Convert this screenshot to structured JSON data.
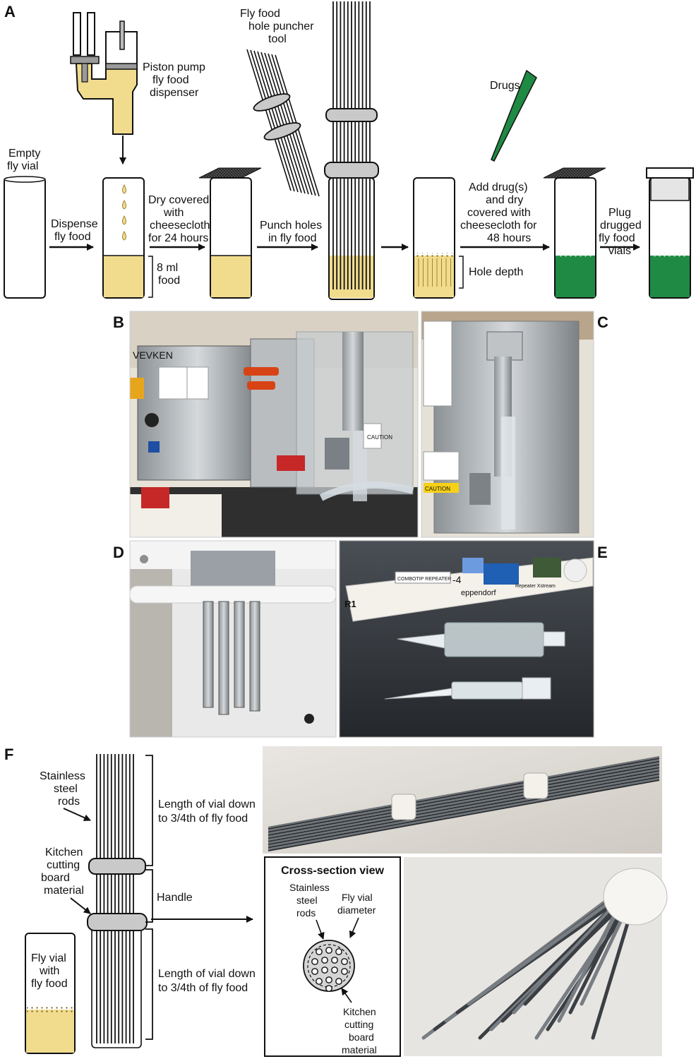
{
  "panels": {
    "a": "A",
    "b": "B",
    "c": "C",
    "d": "D",
    "e": "E",
    "f": "F"
  },
  "colors": {
    "food": "#f1dc8e",
    "food_dark": "#d8b54a",
    "drug": "#1f8a43",
    "drug_light": "#4cb86a",
    "metal": "#c9c9c9",
    "cloth": "#3a3a3a"
  },
  "panel_a": {
    "pump_label": [
      "Piston pump",
      "fly food",
      "dispenser"
    ],
    "puncher_label": [
      "Fly food",
      "hole puncher",
      "tool"
    ],
    "drugs_label": "Drugs",
    "empty_vial_label": [
      "Empty",
      "fly vial"
    ],
    "dispense_label": [
      "Dispense",
      "fly food"
    ],
    "food_volume_label": [
      "8 ml",
      "food"
    ],
    "dry_label": [
      "Dry covered",
      "with",
      "cheesecloth",
      "for 24 hours"
    ],
    "punch_label": [
      "Punch holes",
      "in fly food"
    ],
    "hole_depth_label": "Hole depth",
    "add_drug_label": [
      "Add drug(s)",
      "and dry",
      "covered with",
      "cheesecloth for",
      "48 hours"
    ],
    "plug_label": [
      "Plug",
      "drugged",
      "fly food",
      "vials"
    ]
  },
  "photos": {
    "b": {
      "label": "B",
      "content": [
        "VEVKEN",
        "CAUTION"
      ]
    },
    "c": {
      "label": "C",
      "content": [
        "CAUTION"
      ]
    },
    "d": {
      "label": "D"
    },
    "e": {
      "label": "E",
      "content": [
        "COMBOTIP REPEATER",
        "-4",
        "R1",
        "eppendorf",
        "Repeater Xstream"
      ]
    }
  },
  "panel_f": {
    "rods_label": [
      "Stainless",
      "steel",
      "rods"
    ],
    "board_label": [
      "Kitchen",
      "cutting",
      "board",
      "material"
    ],
    "vial_label": [
      "Fly vial",
      "with",
      "fly food"
    ],
    "length_top_label": [
      "Length of vial down",
      "to 3/4th of fly food"
    ],
    "handle_label": "Handle",
    "length_bottom_label": [
      "Length of vial down",
      "to 3/4th of fly food"
    ],
    "cross_title": "Cross-section view",
    "cross_rods_label": [
      "Stainless",
      "steel",
      "rods"
    ],
    "cross_diameter_label": [
      "Fly vial",
      "diameter"
    ],
    "cross_board_label": [
      "Kitchen",
      "cutting",
      "board",
      "material"
    ]
  }
}
